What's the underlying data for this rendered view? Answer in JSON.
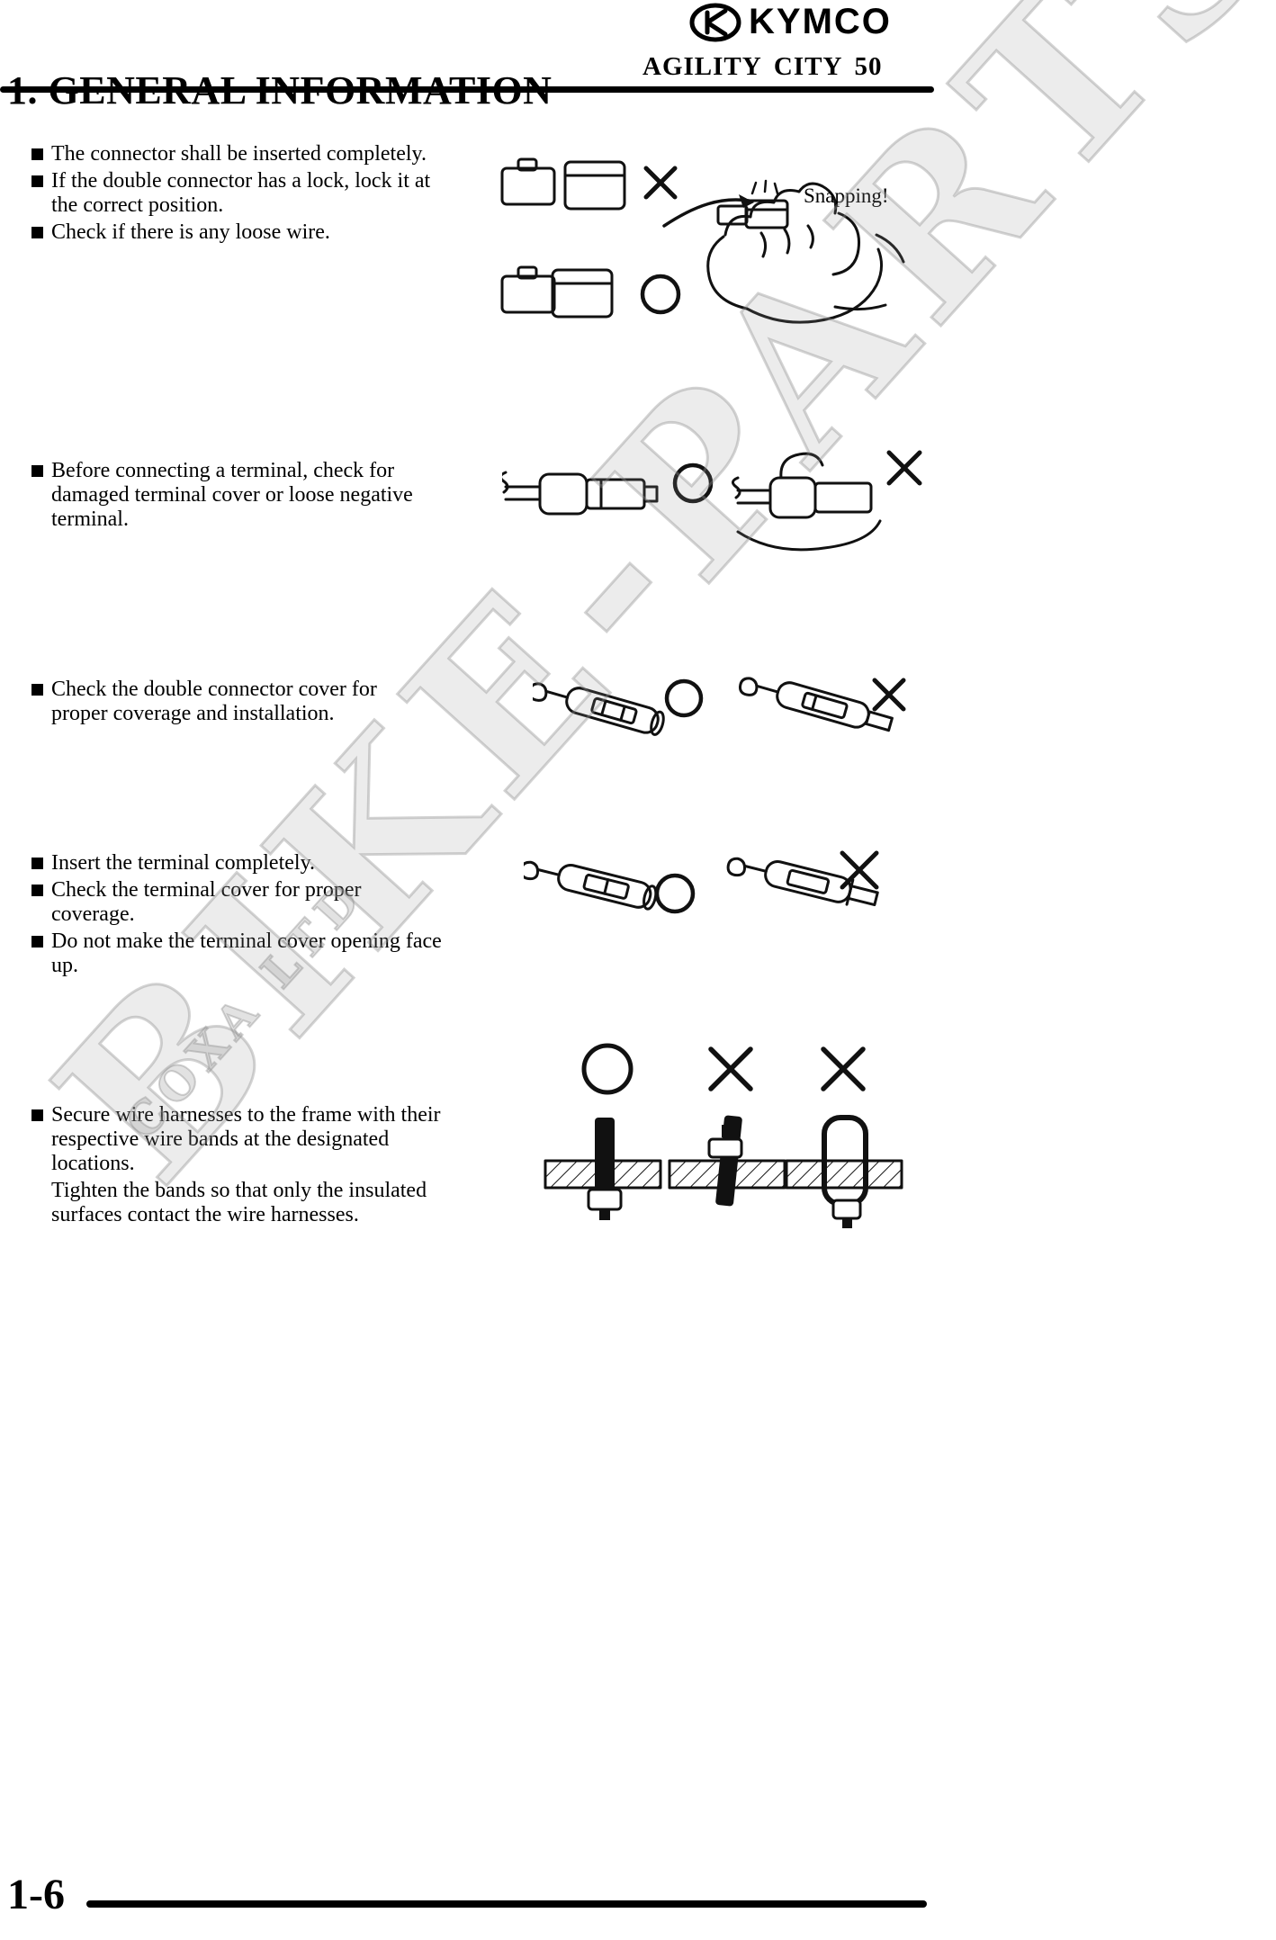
{
  "header": {
    "brand": "KYMCO",
    "section_title": "1. GENERAL INFORMATION",
    "model": "AGILITY CITY 50"
  },
  "watermark": {
    "line1": "BIKE-PARTS",
    "line2": "COXA LTD"
  },
  "footer": {
    "page_number": "1-6"
  },
  "colors": {
    "ink": "#000000",
    "watermark_gray": "#9a9a9a"
  },
  "icons": {
    "brand_logo": "kymco-oval-k-icon",
    "bullet": "black-square",
    "ok_mark": "circle-outline",
    "wrong_mark": "x-cross"
  },
  "sections": [
    {
      "bullets": [
        "The connector shall be inserted completely.",
        "If the double connector has a lock, lock it at the correct position.",
        "Check if there is any loose wire."
      ],
      "illustration": {
        "marks": [
          "wrong",
          "ok"
        ],
        "annotation": "Snapping!"
      }
    },
    {
      "bullets": [
        "Before connecting a terminal, check for damaged terminal cover or loose negative terminal."
      ],
      "illustration": {
        "marks": [
          "ok",
          "wrong"
        ]
      }
    },
    {
      "bullets": [
        "Check the double connector cover for proper coverage and installation."
      ],
      "illustration": {
        "marks": [
          "ok",
          "wrong"
        ]
      }
    },
    {
      "bullets": [
        "Insert the terminal completely.",
        "Check the terminal cover for proper coverage.",
        "Do not make the terminal cover opening face up."
      ],
      "illustration": {
        "marks": [
          "ok",
          "wrong"
        ]
      }
    },
    {
      "bullets": [
        "Secure wire harnesses to the frame with their respective wire bands at the designated locations."
      ],
      "continuation": "Tighten the bands so that only the insulated surfaces contact the wire harnesses.",
      "illustration": {
        "marks": [
          "ok",
          "wrong",
          "wrong"
        ]
      }
    }
  ]
}
